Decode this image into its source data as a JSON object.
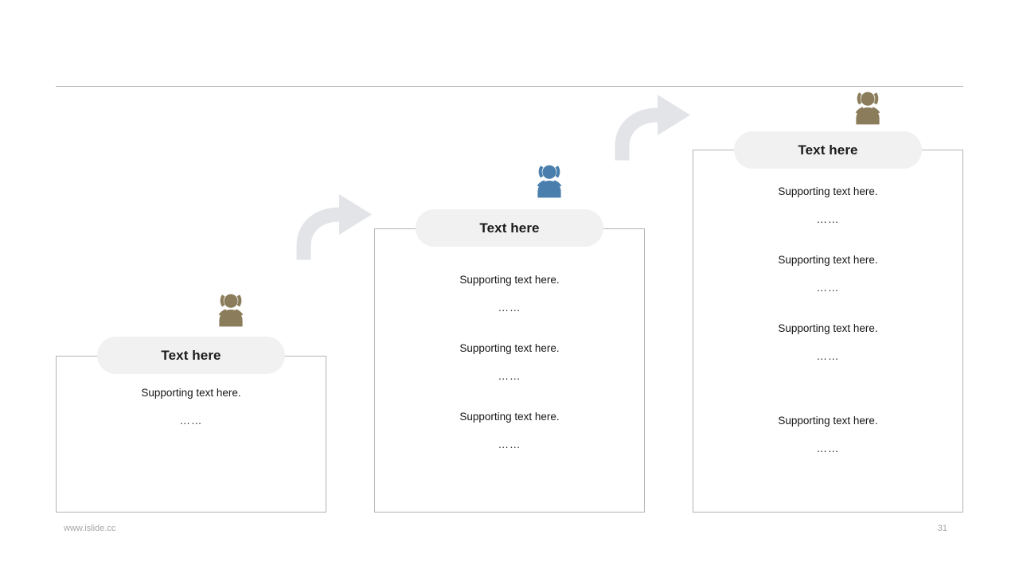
{
  "slide": {
    "page_number": "31",
    "footer_site": "www.islide.cc",
    "divider_color": "#b3b3b3",
    "background_color": "#ffffff"
  },
  "palette": {
    "icon_khaki": "#8b7d5b",
    "icon_blue": "#4a7fad",
    "pill_fill": "#f1f1f1",
    "box_border": "#b4b4b4",
    "arrow_fill": "#e2e4e7",
    "heading_color": "#1a1a1a",
    "body_color": "#161616",
    "footer_color": "#a6a6a6"
  },
  "stages": [
    {
      "id": "stage-1",
      "title": "Text here",
      "icon": "people-group-icon",
      "icon_color": "#8b7d5b",
      "items": [
        {
          "text": "Supporting text here.",
          "dots": "……"
        }
      ]
    },
    {
      "id": "stage-2",
      "title": "Text here",
      "icon": "people-group-icon",
      "icon_color": "#4a7fad",
      "items": [
        {
          "text": "Supporting text here.",
          "dots": "……"
        },
        {
          "text": "Supporting text here.",
          "dots": "……"
        },
        {
          "text": "Supporting text here.",
          "dots": "……"
        }
      ]
    },
    {
      "id": "stage-3",
      "title": "Text here",
      "icon": "people-group-icon",
      "icon_color": "#8b7d5b",
      "items": [
        {
          "text": "Supporting text here.",
          "dots": "……"
        },
        {
          "text": "Supporting text here.",
          "dots": "……"
        },
        {
          "text": "Supporting text here.",
          "dots": "……"
        },
        {
          "text": "Supporting text here.",
          "dots": "……",
          "extra_gap": true
        }
      ]
    }
  ],
  "arrows": [
    {
      "id": "arrow-1",
      "icon": "curved-arrow-right-icon"
    },
    {
      "id": "arrow-2",
      "icon": "curved-arrow-right-icon"
    }
  ]
}
